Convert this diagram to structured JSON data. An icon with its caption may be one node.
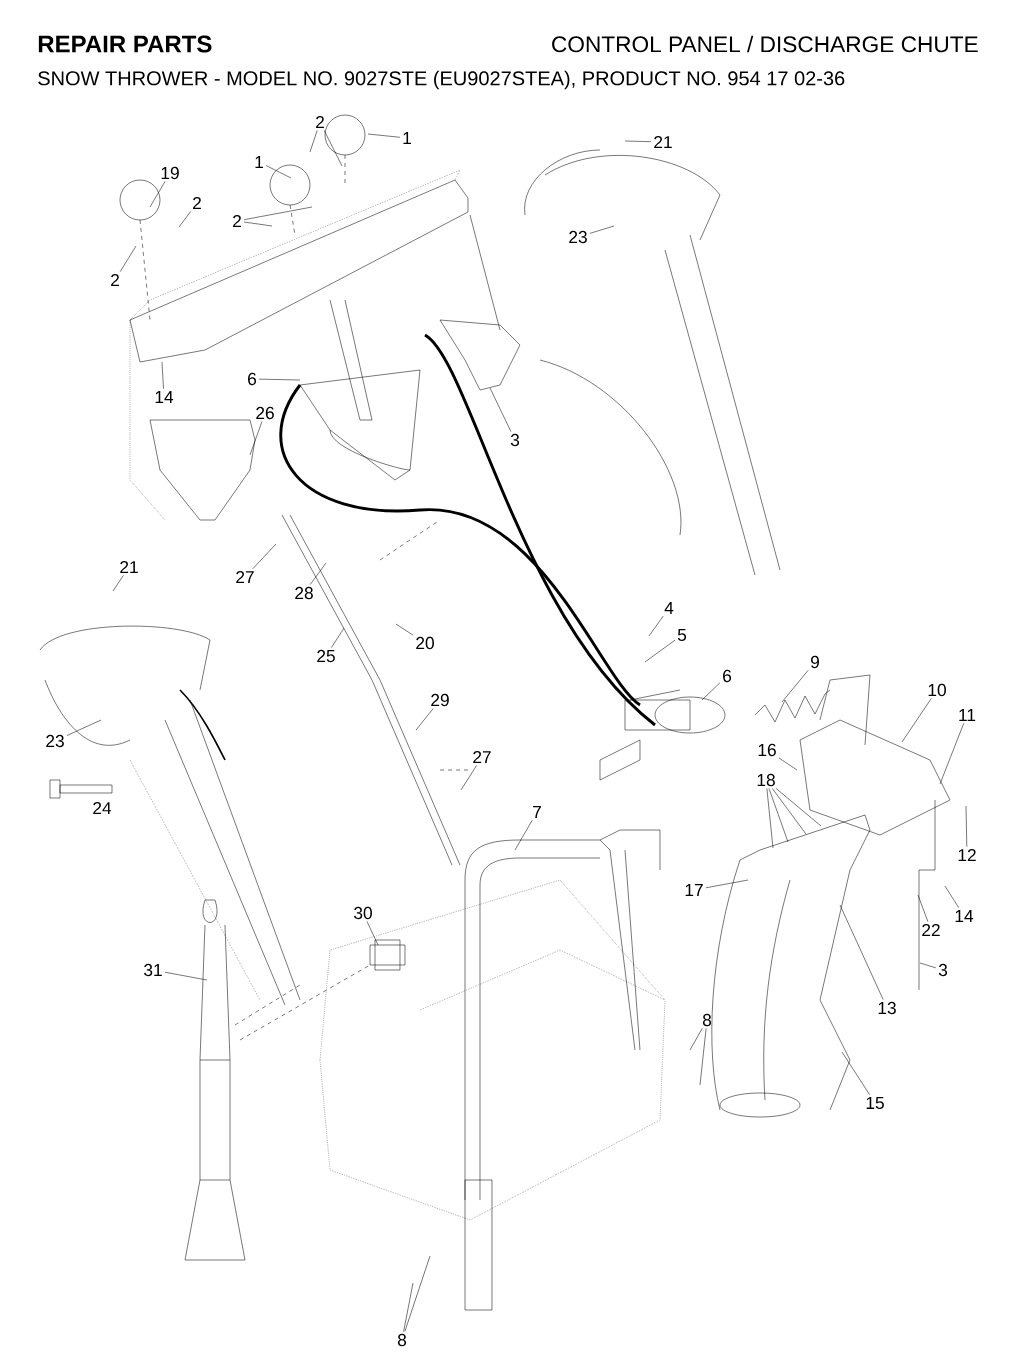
{
  "diagram": {
    "title": "CONTROL PANEL / DISCHARGE CHUTE",
    "nodes": [
      {
        "text": [
          "1"
        ]
      },
      {
        "text": [
          "1"
        ]
      },
      {
        "text": [
          "2"
        ]
      },
      {
        "text": [
          "19"
        ]
      },
      {
        "text": [
          "2"
        ]
      },
      {
        "text": [
          "2"
        ]
      },
      {
        "text": [
          "2"
        ]
      },
      {
        "text": [
          "14"
        ]
      },
      {
        "text": [
          "6"
        ]
      },
      {
        "text": [
          "3"
        ]
      },
      {
        "text": [
          "21"
        ]
      },
      {
        "text": [
          "23"
        ]
      },
      {
        "text": [
          "26"
        ]
      },
      {
        "text": [
          "27"
        ]
      },
      {
        "text": [
          "21"
        ]
      },
      {
        "text": [
          "28"
        ]
      },
      {
        "text": [
          "20"
        ]
      },
      {
        "text": [
          "25"
        ]
      },
      {
        "text": [
          "4"
        ]
      },
      {
        "text": [
          "5"
        ]
      },
      {
        "text": [
          "6"
        ]
      },
      {
        "text": [
          "9"
        ]
      },
      {
        "text": [
          "10"
        ]
      },
      {
        "text": [
          "11"
        ]
      },
      {
        "text": [
          "23"
        ]
      },
      {
        "text": [
          "29"
        ]
      },
      {
        "text": [
          "16"
        ]
      },
      {
        "text": [
          "18"
        ]
      },
      {
        "text": [
          "12"
        ]
      },
      {
        "text": [
          "27"
        ]
      },
      {
        "text": [
          "7"
        ]
      },
      {
        "text": [
          "17"
        ]
      },
      {
        "text": [
          "22"
        ]
      },
      {
        "text": [
          "14"
        ]
      },
      {
        "text": [
          "30"
        ]
      },
      {
        "text": [
          "31"
        ]
      },
      {
        "text": [
          "3"
        ]
      },
      {
        "text": [
          "13"
        ]
      },
      {
        "text": [
          "8"
        ]
      },
      {
        "text": [
          "15"
        ]
      },
      {
        "text": [
          "8"
        ]
      }
    ],
    "edges": [
      {
        "from": 0,
        "to": null,
        "arrow": "none"
      },
      {
        "from": 1,
        "to": null,
        "arrow": "none"
      },
      {
        "from": 2,
        "to": null,
        "arrow": "none"
      },
      {
        "from": 2,
        "to": null,
        "arrow": "none"
      },
      {
        "from": 3,
        "to": null,
        "arrow": "none"
      },
      {
        "from": 4,
        "to": null,
        "arrow": "none"
      },
      {
        "from": 5,
        "to": null,
        "arrow": "none"
      },
      {
        "from": 5,
        "to": null,
        "arrow": "none"
      },
      {
        "from": 6,
        "to": null,
        "arrow": "none"
      },
      {
        "from": 7,
        "to": null,
        "arrow": "none"
      },
      {
        "from": 8,
        "to": null,
        "arrow": "none"
      },
      {
        "from": 9,
        "to": null,
        "arrow": "none"
      },
      {
        "from": 10,
        "to": null,
        "arrow": "none"
      },
      {
        "from": 11,
        "to": null,
        "arrow": "none"
      },
      {
        "from": 12,
        "to": null,
        "arrow": "none"
      },
      {
        "from": 13,
        "to": null,
        "arrow": "none"
      },
      {
        "from": 14,
        "to": null,
        "arrow": "none"
      },
      {
        "from": 15,
        "to": null,
        "arrow": "none"
      },
      {
        "from": 16,
        "to": null,
        "arrow": "none"
      },
      {
        "from": 17,
        "to": null,
        "arrow": "none"
      },
      {
        "from": 18,
        "to": null,
        "arrow": "none"
      },
      {
        "from": 19,
        "to": null,
        "arrow": "none"
      },
      {
        "from": 20,
        "to": null,
        "arrow": "none"
      },
      {
        "from": 21,
        "to": null,
        "arrow": "none"
      },
      {
        "from": 22,
        "to": null,
        "arrow": "none"
      },
      {
        "from": 23,
        "to": null,
        "arrow": "none"
      },
      {
        "from": 24,
        "to": null,
        "arrow": "none"
      },
      {
        "from": 25,
        "to": null,
        "arrow": "none"
      },
      {
        "from": 26,
        "to": null,
        "arrow": "none"
      },
      {
        "from": 27,
        "to": null,
        "arrow": "none"
      },
      {
        "from": 27,
        "to": null,
        "arrow": "none"
      },
      {
        "from": 27,
        "to": null,
        "arrow": "none"
      },
      {
        "from": 27,
        "to": null,
        "arrow": "none"
      },
      {
        "from": 28,
        "to": null,
        "arrow": "none"
      },
      {
        "from": 29,
        "to": null,
        "arrow": "none"
      },
      {
        "from": 30,
        "to": null,
        "arrow": "none"
      },
      {
        "from": 31,
        "to": null,
        "arrow": "none"
      },
      {
        "from": 32,
        "to": null,
        "arrow": "none"
      },
      {
        "from": 33,
        "to": null,
        "arrow": "none"
      },
      {
        "from": 34,
        "to": null,
        "arrow": "none"
      },
      {
        "from": 35,
        "to": null,
        "arrow": "none"
      },
      {
        "from": 36,
        "to": null,
        "arrow": "none"
      },
      {
        "from": 37,
        "to": null,
        "arrow": "none"
      },
      {
        "from": 38,
        "to": null,
        "arrow": "none"
      },
      {
        "from": 38,
        "to": null,
        "arrow": "none"
      },
      {
        "from": 39,
        "to": null,
        "arrow": "none"
      },
      {
        "from": 40,
        "to": null,
        "arrow": "none"
      },
      {
        "from": 40,
        "to": null,
        "arrow": "none"
      }
    ],
    "labels": [
      "REPAIR PARTS",
      "SNOW THROWER - MODEL NO. 9027STE (EU9027STEA), PRODUCT NO. 954 17 02-36",
      "24"
    ]
  }
}
